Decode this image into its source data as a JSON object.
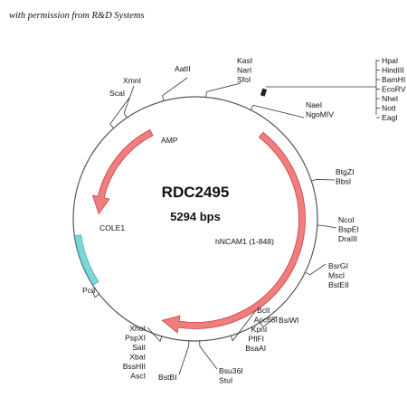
{
  "credit": "with permission from R&D Systems",
  "plasmid": {
    "name": "RDC2495",
    "size": "5294 bps"
  },
  "features": [
    {
      "label": "AMP",
      "type": "arrow",
      "start_deg": 333,
      "end_deg": 273,
      "color": "#ef7f7f",
      "edge": "#cc3b3b"
    },
    {
      "label": "hNCAM1 (1-848)",
      "type": "arrow",
      "start_deg": 38,
      "end_deg": 198,
      "color": "#ef7f7f",
      "edge": "#cc3b3b"
    },
    {
      "label": "COLE1",
      "type": "block",
      "start_deg": 262,
      "end_deg": 237,
      "color": "#7fd6d6",
      "edge": "#3bb8b8"
    }
  ],
  "mcs": {
    "labels": [
      "HpaI",
      "HindIII",
      "BamHI",
      "EcoRV",
      "NheI",
      "NotI",
      "EagI"
    ]
  },
  "sites": [
    {
      "label": "KasI"
    },
    {
      "label": "NarI"
    },
    {
      "label": "SfoI"
    },
    {
      "label": "AatII"
    },
    {
      "label": "XmnI"
    },
    {
      "label": "ScaI"
    },
    {
      "label": "NaeI"
    },
    {
      "label": "NgoMIV"
    },
    {
      "label": "BtgZI"
    },
    {
      "label": "BbsI"
    },
    {
      "label": "NcoI"
    },
    {
      "label": "BspEI"
    },
    {
      "label": "DraIII"
    },
    {
      "label": "BsrGI"
    },
    {
      "label": "MscI"
    },
    {
      "label": "BstEII"
    },
    {
      "label": "BsiWI"
    },
    {
      "label": "BclI"
    },
    {
      "label": "Acc65I"
    },
    {
      "label": "KpnI"
    },
    {
      "label": "PflFI"
    },
    {
      "label": "BsaAI"
    },
    {
      "label": "Bsu36I"
    },
    {
      "label": "StuI"
    },
    {
      "label": "BstBI"
    },
    {
      "label": "XhoI"
    },
    {
      "label": "PspXI"
    },
    {
      "label": "SalI"
    },
    {
      "label": "XbaI"
    },
    {
      "label": "BssHII"
    },
    {
      "label": "AscI"
    },
    {
      "label": "PciI"
    }
  ],
  "colors": {
    "backbone": "#555555",
    "marker": "#333333"
  }
}
